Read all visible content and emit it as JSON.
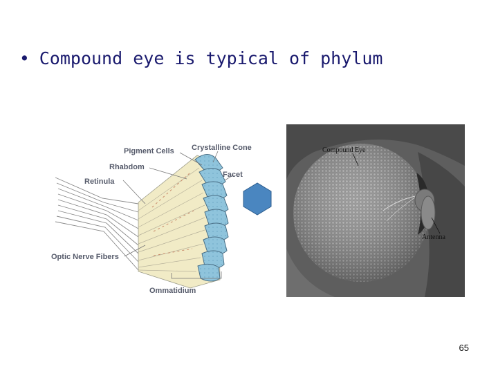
{
  "slide": {
    "bullet": "Compound eye is typical of phylum",
    "page_number": "65"
  },
  "diagram": {
    "labels": {
      "pigment_cells": "Pigment Cells",
      "crystalline_cone": "Crystalline Cone",
      "rhabdom": "Rhabdom",
      "retinula": "Retinula",
      "facet": "Facet",
      "optic_nerve_fibers": "Optic Nerve Fibers",
      "ommatidium": "Ommatidium"
    },
    "colors": {
      "cone": "#8fc4dc",
      "facet": "#4a86c0",
      "tube": "#f1ebc6",
      "label": "#555a6a"
    }
  },
  "photo": {
    "labels": {
      "compound_eye": "Compound Eye",
      "antenna": "Antenna"
    }
  }
}
